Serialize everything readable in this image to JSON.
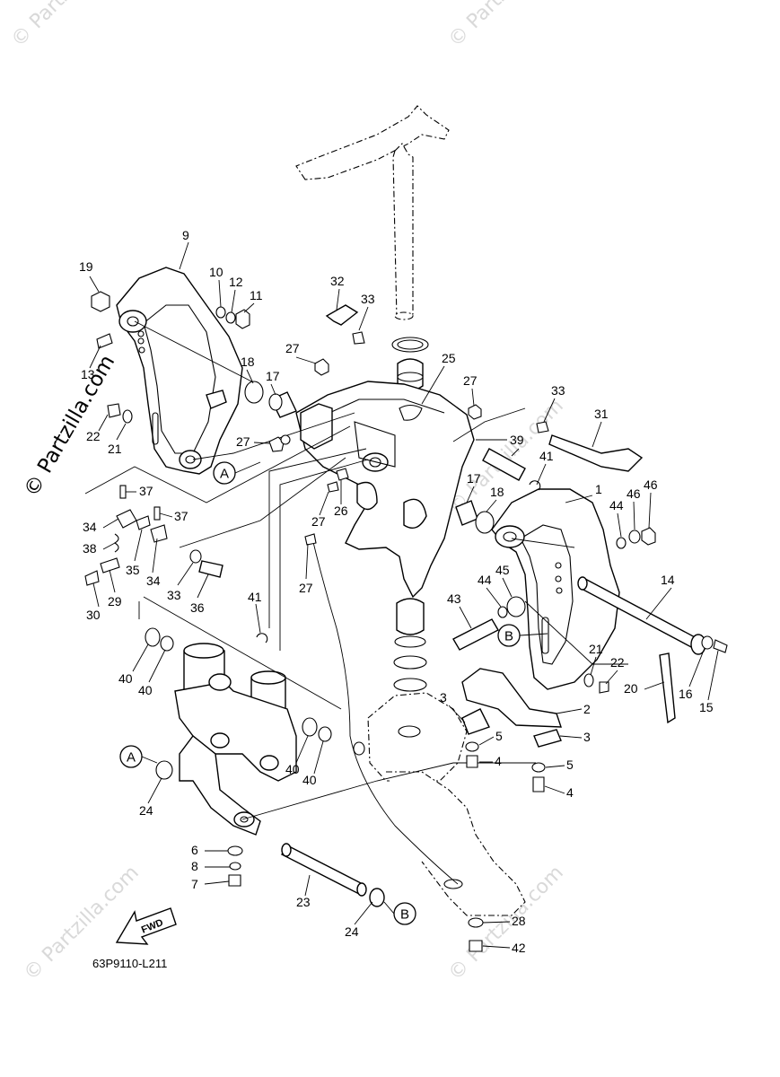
{
  "diagram": {
    "drawing_code": "63P9110-L211",
    "watermark_text": "© Partzilla.com",
    "faint_watermark_text": "© Partzilla.com",
    "fwd_label": "FWD",
    "reference_markers": [
      "A",
      "B"
    ],
    "callouts": [
      "1",
      "2",
      "3",
      "4",
      "5",
      "6",
      "7",
      "8",
      "9",
      "10",
      "11",
      "12",
      "13",
      "14",
      "15",
      "16",
      "17",
      "18",
      "19",
      "20",
      "21",
      "22",
      "23",
      "24",
      "25",
      "26",
      "27",
      "28",
      "29",
      "30",
      "31",
      "32",
      "33",
      "34",
      "35",
      "36",
      "37",
      "38",
      "39",
      "40",
      "41",
      "42",
      "43",
      "44",
      "45",
      "46"
    ]
  }
}
